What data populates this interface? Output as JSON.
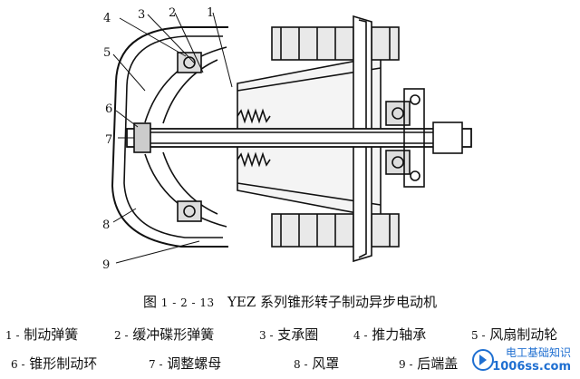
{
  "callouts": [
    "1",
    "2",
    "3",
    "4",
    "5",
    "6",
    "7",
    "8",
    "9"
  ],
  "caption": {
    "prefix": "图",
    "number": "1 - 2 - 13",
    "title": "YEZ 系列锥形转子制动异步电动机"
  },
  "legend": [
    {
      "num": "1 -",
      "label": "制动弹簧"
    },
    {
      "num": "2 -",
      "label": "缓冲碟形弹簧"
    },
    {
      "num": "3 -",
      "label": "支承圈"
    },
    {
      "num": "4 -",
      "label": "推力轴承"
    },
    {
      "num": "5 -",
      "label": "风扇制动轮"
    },
    {
      "num": "6 -",
      "label": "锥形制动环"
    },
    {
      "num": "7 -",
      "label": "调整螺母"
    },
    {
      "num": "8 -",
      "label": "风罩"
    },
    {
      "num": "9 -",
      "label": "后端盖"
    }
  ],
  "watermark": {
    "line1": "电工基础知识",
    "line2": "1006ss.com",
    "color": "#1f6fd1"
  }
}
